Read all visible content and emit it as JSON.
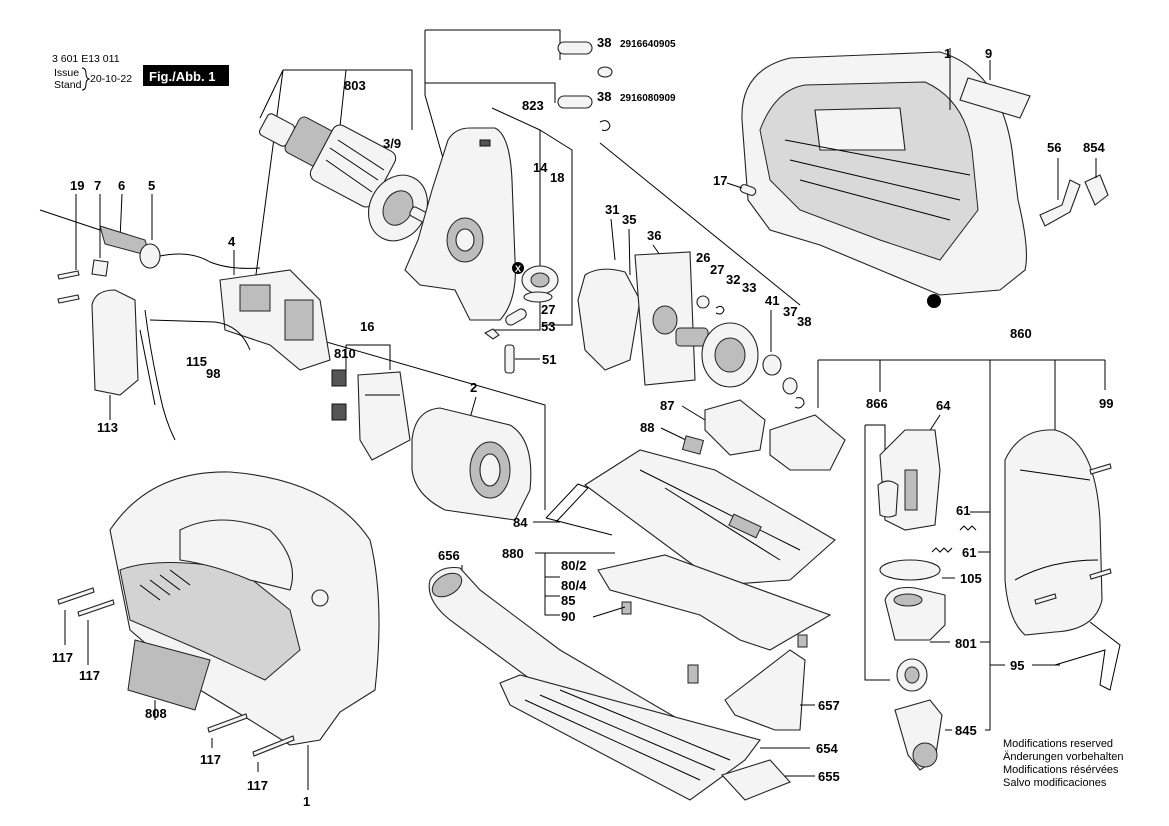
{
  "header": {
    "doc_number": "3 601 E13 011",
    "issue_label": "Issue",
    "stand_label": "Stand",
    "issue_date": "20-10-22",
    "figure_label": "Fig./Abb. 1"
  },
  "part_numbers": {
    "pin_38_upper": "2916640905",
    "clip_38_lower": "2916080909"
  },
  "labels": [
    "803",
    "3/9",
    "823",
    "14",
    "18",
    "38",
    "38",
    "1",
    "9",
    "56",
    "854",
    "17",
    "19",
    "7",
    "6",
    "5",
    "4",
    "115",
    "98",
    "113",
    "16",
    "810",
    "2",
    "84",
    "31",
    "35",
    "36",
    "26",
    "27",
    "32",
    "33",
    "41",
    "37",
    "38",
    "27",
    "53",
    "51",
    "87",
    "88",
    "880",
    "80/2",
    "80/4",
    "85",
    "90",
    "656",
    "657",
    "654",
    "655",
    "860",
    "866",
    "64",
    "99",
    "61",
    "61",
    "105",
    "801",
    "95",
    "845",
    "808",
    "117",
    "117",
    "117",
    "117",
    "1"
  ],
  "markers": {
    "symbol": "X",
    "icon": "x-circle-icon"
  },
  "footer": {
    "notes": [
      "Modifications reserved",
      "Änderungen vorbehalten",
      "Modifications résérvées",
      "Salvo modificaciones"
    ]
  }
}
